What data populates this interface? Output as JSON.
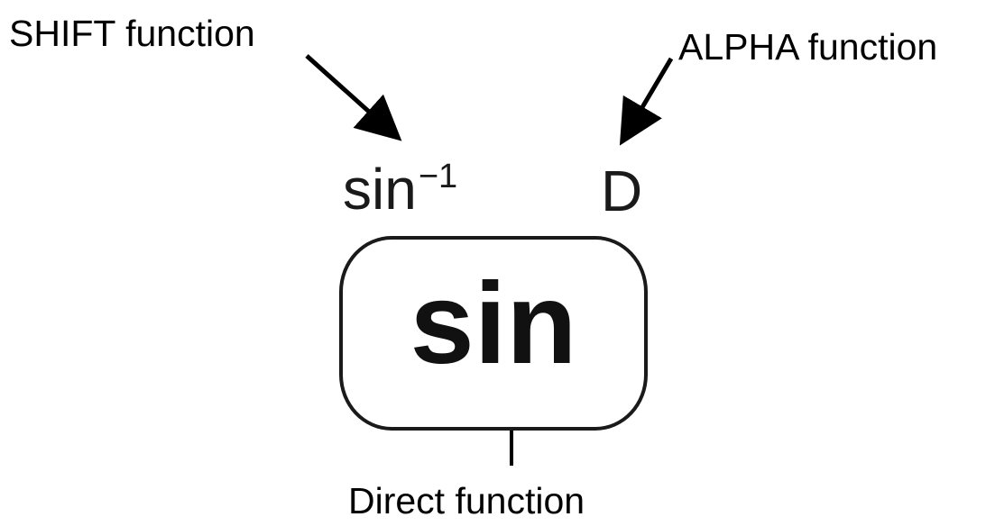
{
  "callouts": {
    "shift": "SHIFT function",
    "alpha": "ALPHA function",
    "direct": "Direct function"
  },
  "key": {
    "main_label": "sin",
    "shift_label_base": "sin",
    "shift_label_superscript": "−1",
    "alpha_label": "D"
  },
  "colors": {
    "text": "#000000",
    "key_outline": "#1a1a1a",
    "background": "#ffffff"
  }
}
